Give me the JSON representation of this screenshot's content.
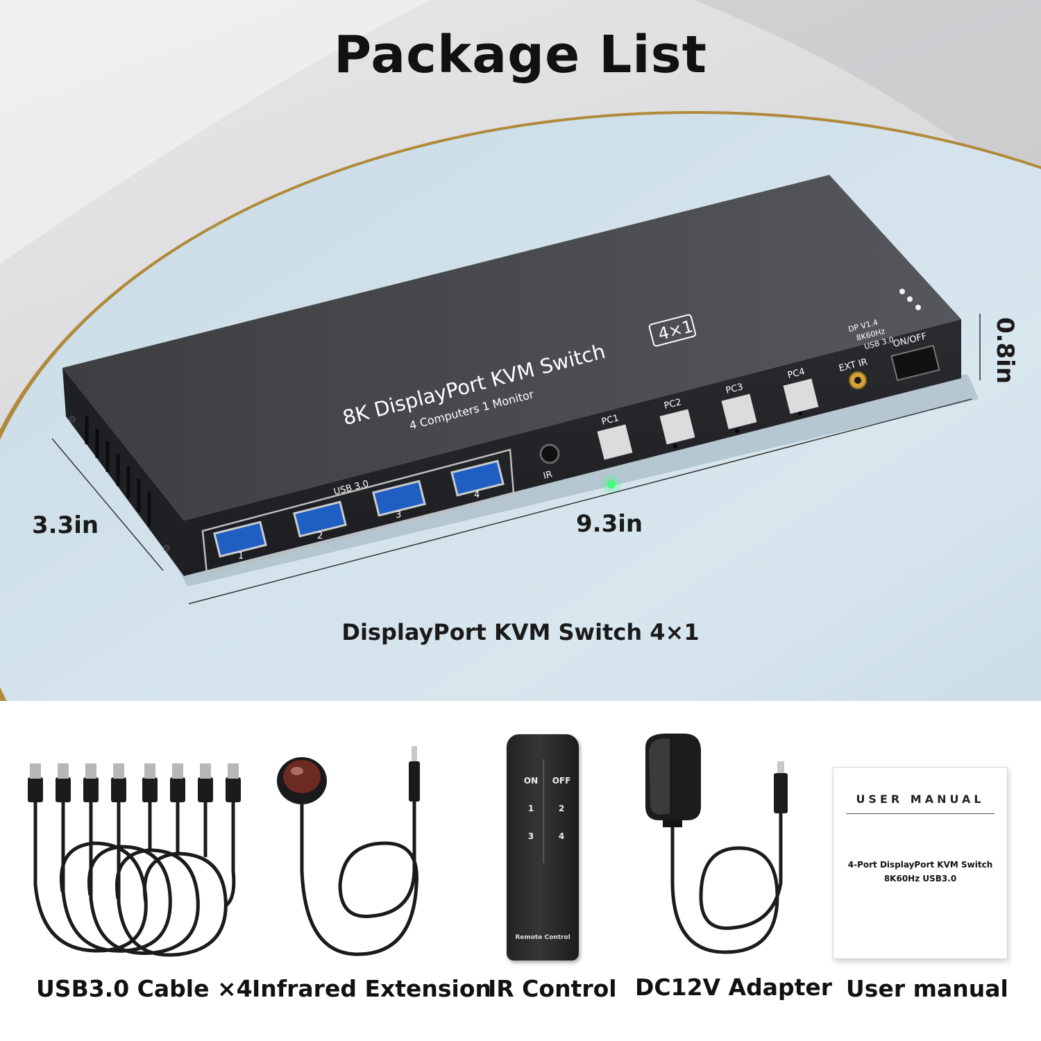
{
  "heading": "Package List",
  "dimensions": {
    "depth": "3.3in",
    "length": "9.3in",
    "height": "0.8in"
  },
  "device": {
    "caption": "DisplayPort KVM Switch 4×1",
    "top_line1": "8K DisplayPort KVM Switch",
    "badge": "4×1",
    "top_line2": "4 Computers 1 Monitor",
    "indicators": [
      "DP V1.4",
      "8K60Hz",
      "USB 3.0"
    ],
    "power_label": "ON/OFF",
    "ext_ir_label": "EXT IR",
    "ir_label": "IR",
    "usb_group_label": "USB 3.0",
    "usb_ports": [
      "1",
      "2",
      "3",
      "4"
    ],
    "pc_buttons": [
      "PC1",
      "PC2",
      "PC3",
      "PC4"
    ]
  },
  "items": [
    {
      "label": "USB3.0 Cable ×4",
      "icon": "usb-cable-bundle-icon"
    },
    {
      "label": "Infrared Extension",
      "icon": "ir-receiver-icon"
    },
    {
      "label": "IR Control",
      "icon": "remote-control-icon"
    },
    {
      "label": "DC12V Adapter",
      "icon": "power-adapter-icon"
    },
    {
      "label": "User manual",
      "icon": "manual-booklet-icon"
    }
  ],
  "remote": {
    "buttons": [
      "ON",
      "OFF",
      "1",
      "2",
      "3",
      "4"
    ],
    "label": "Remote Control"
  },
  "manual": {
    "heading": "USER   MANUAL",
    "line1": "4-Port DisplayPort KVM Switch",
    "line2": "8K60Hz USB3.0"
  }
}
